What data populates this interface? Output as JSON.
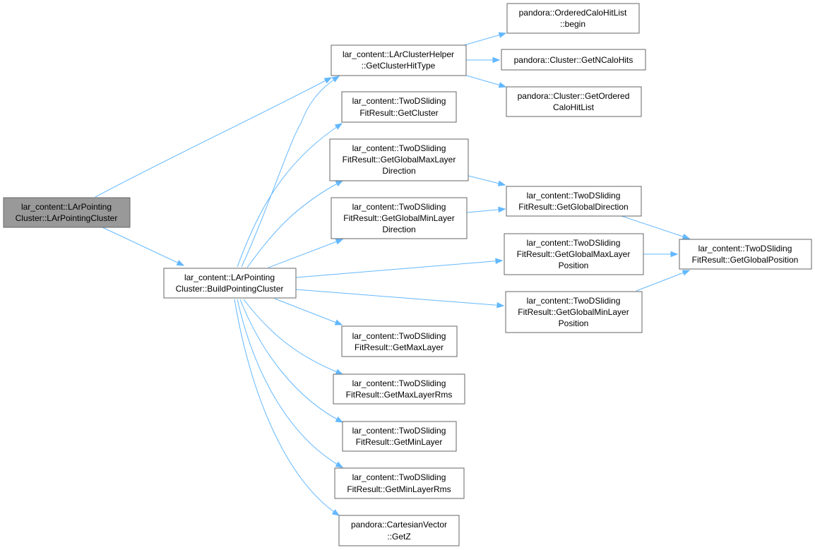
{
  "colors": {
    "edge": "#63b8ff",
    "root_fill": "#999999",
    "border": "#666666"
  },
  "nodes": {
    "root": [
      "lar_content::LArPointing",
      "Cluster::LArPointingCluster"
    ],
    "build": [
      "lar_content::LArPointing",
      "Cluster::BuildPointingCluster"
    ],
    "hittype": [
      "lar_content::LArClusterHelper",
      "::GetClusterHitType"
    ],
    "begin": [
      "pandora::OrderedCaloHitList",
      "::begin"
    ],
    "ncalohits": [
      "pandora::Cluster::GetNCaloHits"
    ],
    "ordered": [
      "pandora::Cluster::GetOrdered",
      "CaloHitList"
    ],
    "getcluster": [
      "lar_content::TwoDSliding",
      "FitResult::GetCluster"
    ],
    "maxlayerdir": [
      "lar_content::TwoDSliding",
      "FitResult::GetGlobalMaxLayer",
      "Direction"
    ],
    "minlayerdir": [
      "lar_content::TwoDSliding",
      "FitResult::GetGlobalMinLayer",
      "Direction"
    ],
    "globaldir": [
      "lar_content::TwoDSliding",
      "FitResult::GetGlobalDirection"
    ],
    "maxlayerpos": [
      "lar_content::TwoDSliding",
      "FitResult::GetGlobalMaxLayer",
      "Position"
    ],
    "minlayerpos": [
      "lar_content::TwoDSliding",
      "FitResult::GetGlobalMinLayer",
      "Position"
    ],
    "globalpos": [
      "lar_content::TwoDSliding",
      "FitResult::GetGlobalPosition"
    ],
    "maxlayer": [
      "lar_content::TwoDSliding",
      "FitResult::GetMaxLayer"
    ],
    "maxlayerrms": [
      "lar_content::TwoDSliding",
      "FitResult::GetMaxLayerRms"
    ],
    "minlayer": [
      "lar_content::TwoDSliding",
      "FitResult::GetMinLayer"
    ],
    "minlayerrms": [
      "lar_content::TwoDSliding",
      "FitResult::GetMinLayerRms"
    ],
    "getz": [
      "pandora::CartesianVector",
      "::GetZ"
    ]
  },
  "edges": [
    [
      "root",
      "hittype"
    ],
    [
      "root",
      "build"
    ],
    [
      "build",
      "hittype"
    ],
    [
      "build",
      "getcluster"
    ],
    [
      "build",
      "maxlayerdir"
    ],
    [
      "build",
      "minlayerdir"
    ],
    [
      "build",
      "maxlayerpos"
    ],
    [
      "build",
      "minlayerpos"
    ],
    [
      "build",
      "maxlayer"
    ],
    [
      "build",
      "maxlayerrms"
    ],
    [
      "build",
      "minlayer"
    ],
    [
      "build",
      "minlayerrms"
    ],
    [
      "build",
      "getz"
    ],
    [
      "hittype",
      "begin"
    ],
    [
      "hittype",
      "ncalohits"
    ],
    [
      "hittype",
      "ordered"
    ],
    [
      "maxlayerdir",
      "globaldir"
    ],
    [
      "minlayerdir",
      "globaldir"
    ],
    [
      "globaldir",
      "globalpos"
    ],
    [
      "maxlayerpos",
      "globalpos"
    ],
    [
      "minlayerpos",
      "globalpos"
    ]
  ]
}
